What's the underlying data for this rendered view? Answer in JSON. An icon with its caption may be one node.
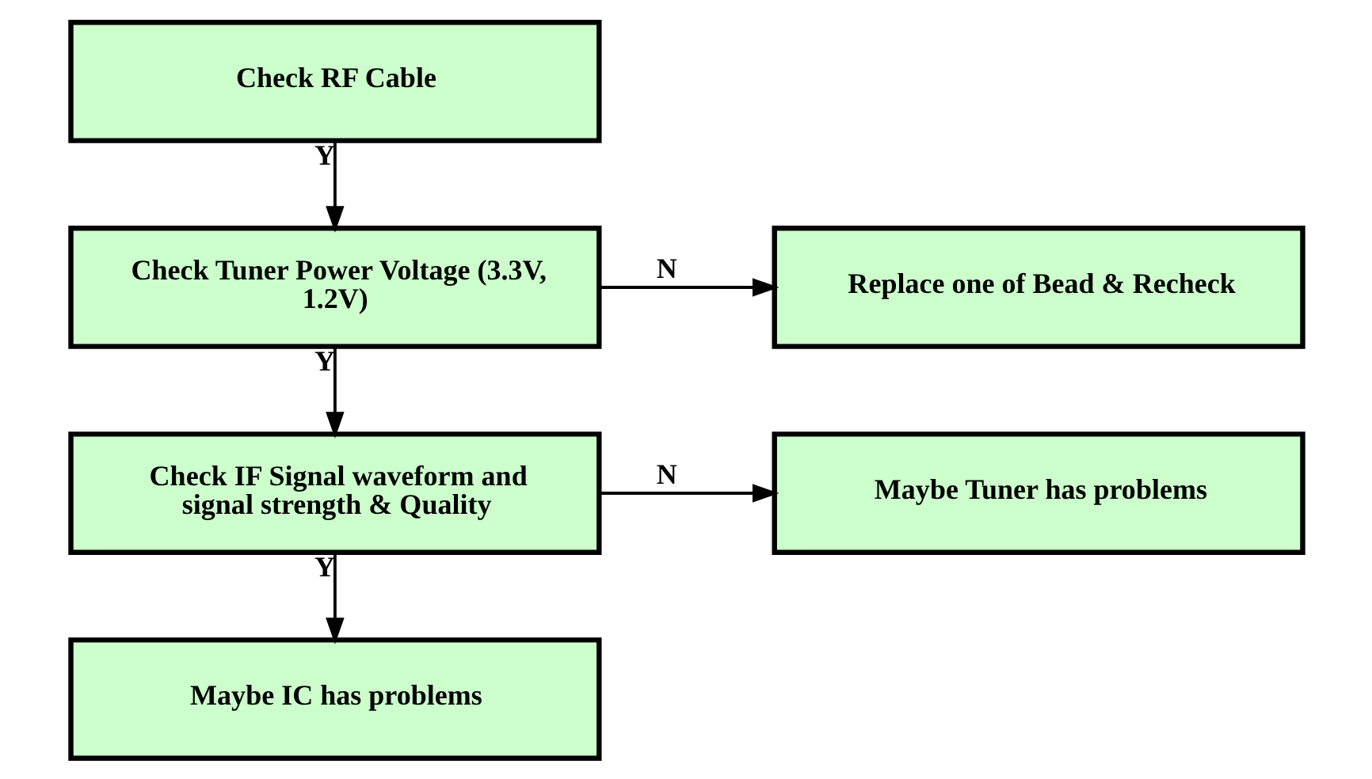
{
  "diagram": {
    "nodes": [
      {
        "text": [
          "Check RF Cable"
        ]
      },
      {
        "text": [
          "Check Tuner Power Voltage (3.3V, 1.2V)"
        ]
      },
      {
        "text": [
          "Replace one of Bead & Recheck"
        ]
      },
      {
        "text": [
          "Check IF Signal waveform and signal strength & Quality"
        ]
      },
      {
        "text": [
          "Maybe Tuner has problems"
        ]
      },
      {
        "text": [
          "Maybe IC has problems"
        ]
      }
    ],
    "edges": [
      {
        "from": 0,
        "to": 1,
        "arrow": "to",
        "label": "Y"
      },
      {
        "from": 1,
        "to": 2,
        "arrow": "to",
        "label": "N"
      },
      {
        "from": 1,
        "to": 3,
        "arrow": "to",
        "label": "Y"
      },
      {
        "from": 3,
        "to": 4,
        "arrow": "to",
        "label": "N"
      },
      {
        "from": 3,
        "to": 5,
        "arrow": "to",
        "label": "Y"
      }
    ]
  }
}
